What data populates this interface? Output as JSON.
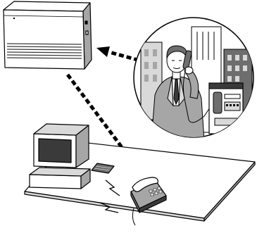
{
  "diagram": {
    "description_visible_text": [],
    "palette": {
      "ink": "#000000",
      "paper": "#ffffff",
      "light_gray": "#d9d9d9",
      "mid_gray": "#a6a6a6",
      "dark_gray": "#6e6e6e",
      "deep_gray": "#3a3a3a"
    },
    "elements": [
      {
        "id": "telephone-system-unit",
        "icon": "pbx-cabinet-icon"
      },
      {
        "id": "remote-user-callout",
        "icon": "man-on-phone-icon"
      },
      {
        "id": "payphone",
        "icon": "payphone-icon"
      },
      {
        "id": "office-desk",
        "icon": "desk-icon"
      },
      {
        "id": "computer-terminal",
        "icon": "computer-icon"
      },
      {
        "id": "desk-telephone",
        "icon": "telephone-icon"
      }
    ],
    "connections": [
      {
        "from": "remote-user-callout",
        "to": "telephone-system-unit",
        "style": "dashed-arrow"
      },
      {
        "from": "telephone-system-unit",
        "to": "desk-telephone",
        "style": "dashed-arrow"
      }
    ]
  }
}
